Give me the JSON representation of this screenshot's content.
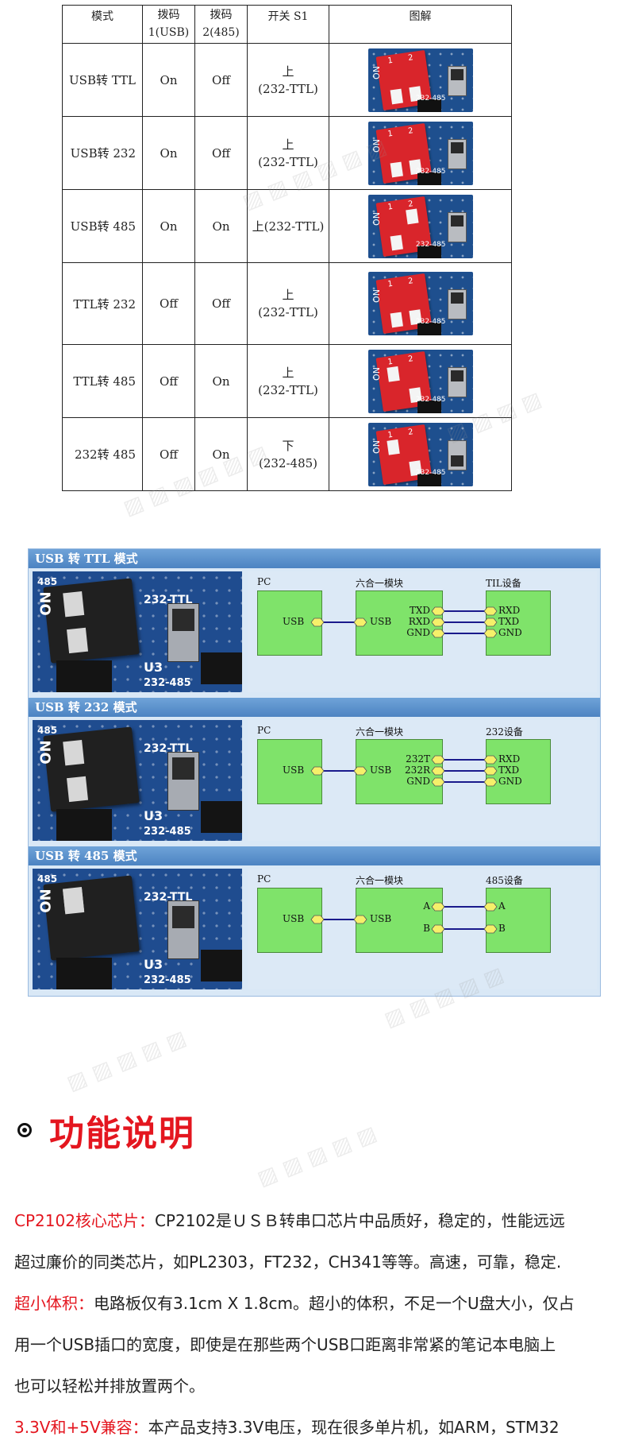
{
  "table": {
    "headers": [
      "模式",
      "拨码\n1(USB)",
      "拨码\n2(485)",
      "开关 S1",
      "图解"
    ],
    "rows": [
      {
        "mode": "USB转 TTL",
        "dip1": "On",
        "dip2": "Off",
        "s1": "上\n(232-TTL)",
        "photo": "dip-switch-photo"
      },
      {
        "mode": "USB转 232",
        "dip1": "On",
        "dip2": "Off",
        "s1": "上\n(232-TTL)",
        "photo": "dip-switch-photo"
      },
      {
        "mode": "USB转 485",
        "dip1": "On",
        "dip2": "On",
        "s1": "上(232-TTL)",
        "photo": "dip-switch-photo"
      },
      {
        "mode": "TTL转 232",
        "dip1": "Off",
        "dip2": "Off",
        "s1": "上\n(232-TTL)",
        "photo": "dip-switch-photo"
      },
      {
        "mode": "TTL转 485",
        "dip1": "Off",
        "dip2": "On",
        "s1": "上\n(232-TTL)",
        "photo": "dip-switch-photo"
      },
      {
        "mode": "232转 485",
        "dip1": "Off",
        "dip2": "On",
        "s1": "下\n(232-485)",
        "photo": "dip-switch-photo"
      }
    ]
  },
  "photo_silkscreen": {
    "on": "ON",
    "n1": "1",
    "n2": "2",
    "n485": "485",
    "ttl": "232-TTL",
    "u3": "U3",
    "s232": "232-485"
  },
  "panels": [
    {
      "title": "USB 转 TTL 模式",
      "pc_label": "PC",
      "module_label": "六合一模块",
      "device_label": "TIL设备",
      "pc_port": "USB",
      "module_in": "USB",
      "module_pins": [
        "TXD",
        "RXD",
        "GND"
      ],
      "device_pins": [
        "RXD",
        "TXD",
        "GND"
      ]
    },
    {
      "title": "USB 转 232 模式",
      "pc_label": "PC",
      "module_label": "六合一模块",
      "device_label": "232设备",
      "pc_port": "USB",
      "module_in": "USB",
      "module_pins": [
        "232T",
        "232R",
        "GND"
      ],
      "device_pins": [
        "RXD",
        "TXD",
        "GND"
      ]
    },
    {
      "title": "USB 转 485 模式",
      "pc_label": "PC",
      "module_label": "六合一模块",
      "device_label": "485设备",
      "pc_port": "USB",
      "module_in": "USB",
      "module_pins": [
        "A",
        "B"
      ],
      "device_pins": [
        "A",
        "B"
      ]
    }
  ],
  "section": {
    "title": "功能说明",
    "icon": "target-icon"
  },
  "features": [
    {
      "label": "CP2102核心芯片：",
      "lines": [
        "CP2102是ＵＳＢ转串口芯片中品质好，稳定的，性能远远",
        "超过廉价的同类芯片，如PL2303，FT232，CH341等等。高速，可靠，稳定."
      ]
    },
    {
      "label": "超小体积：",
      "lines": [
        "电路板仅有3.1cm X 1.8cm。超小的体积，不足一个U盘大小，仅占",
        "用一个USB插口的宽度，即使是在那些两个USB口距离非常紧的笔记本电脑上",
        "也可以轻松并排放置两个。"
      ]
    },
    {
      "label": "3.3V和+5V兼容：",
      "lines": [
        "本产品支持3.3V电压，现在很多单片机，如ARM，STM32"
      ]
    }
  ],
  "colors": {
    "accent_red": "#e4161f",
    "panel_blue": "#4c83c2",
    "box_green": "#7fe36a",
    "wire_blue": "#1a1a8c",
    "pin_yellow": "#f5f06a"
  }
}
